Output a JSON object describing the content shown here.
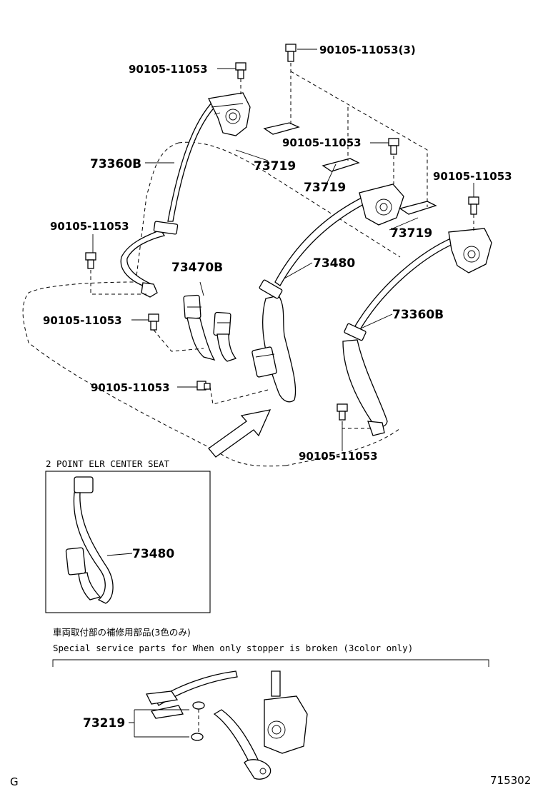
{
  "labels": {
    "bolt_top_right": "90105-11053(3)",
    "bolt_top_left": "90105-11053",
    "bolt_mid": "90105-11053",
    "bolt_right": "90105-11053",
    "bolt_left_1": "90105-11053",
    "bolt_left_2": "90105-11053",
    "bolt_left_3": "90105-11053",
    "bolt_bottom_right": "90105-11053",
    "belt_left": "73360B",
    "belt_right": "73360B",
    "belt_center": "73480",
    "buckle_left": "73470B",
    "bracket_1": "73719",
    "bracket_2": "73719",
    "bracket_3": "73719",
    "inset_belt": "73480",
    "stopper": "73219"
  },
  "inset": {
    "title": "2 POINT ELR CENTER SEAT"
  },
  "note": {
    "japanese": "車両取付部の補修用部品(3色のみ)",
    "english": "Special  service  parts  for  When  only  stopper  is  broken  (3color  only)"
  },
  "footer": {
    "corner_letter": "G",
    "diagram_code": "715302"
  }
}
